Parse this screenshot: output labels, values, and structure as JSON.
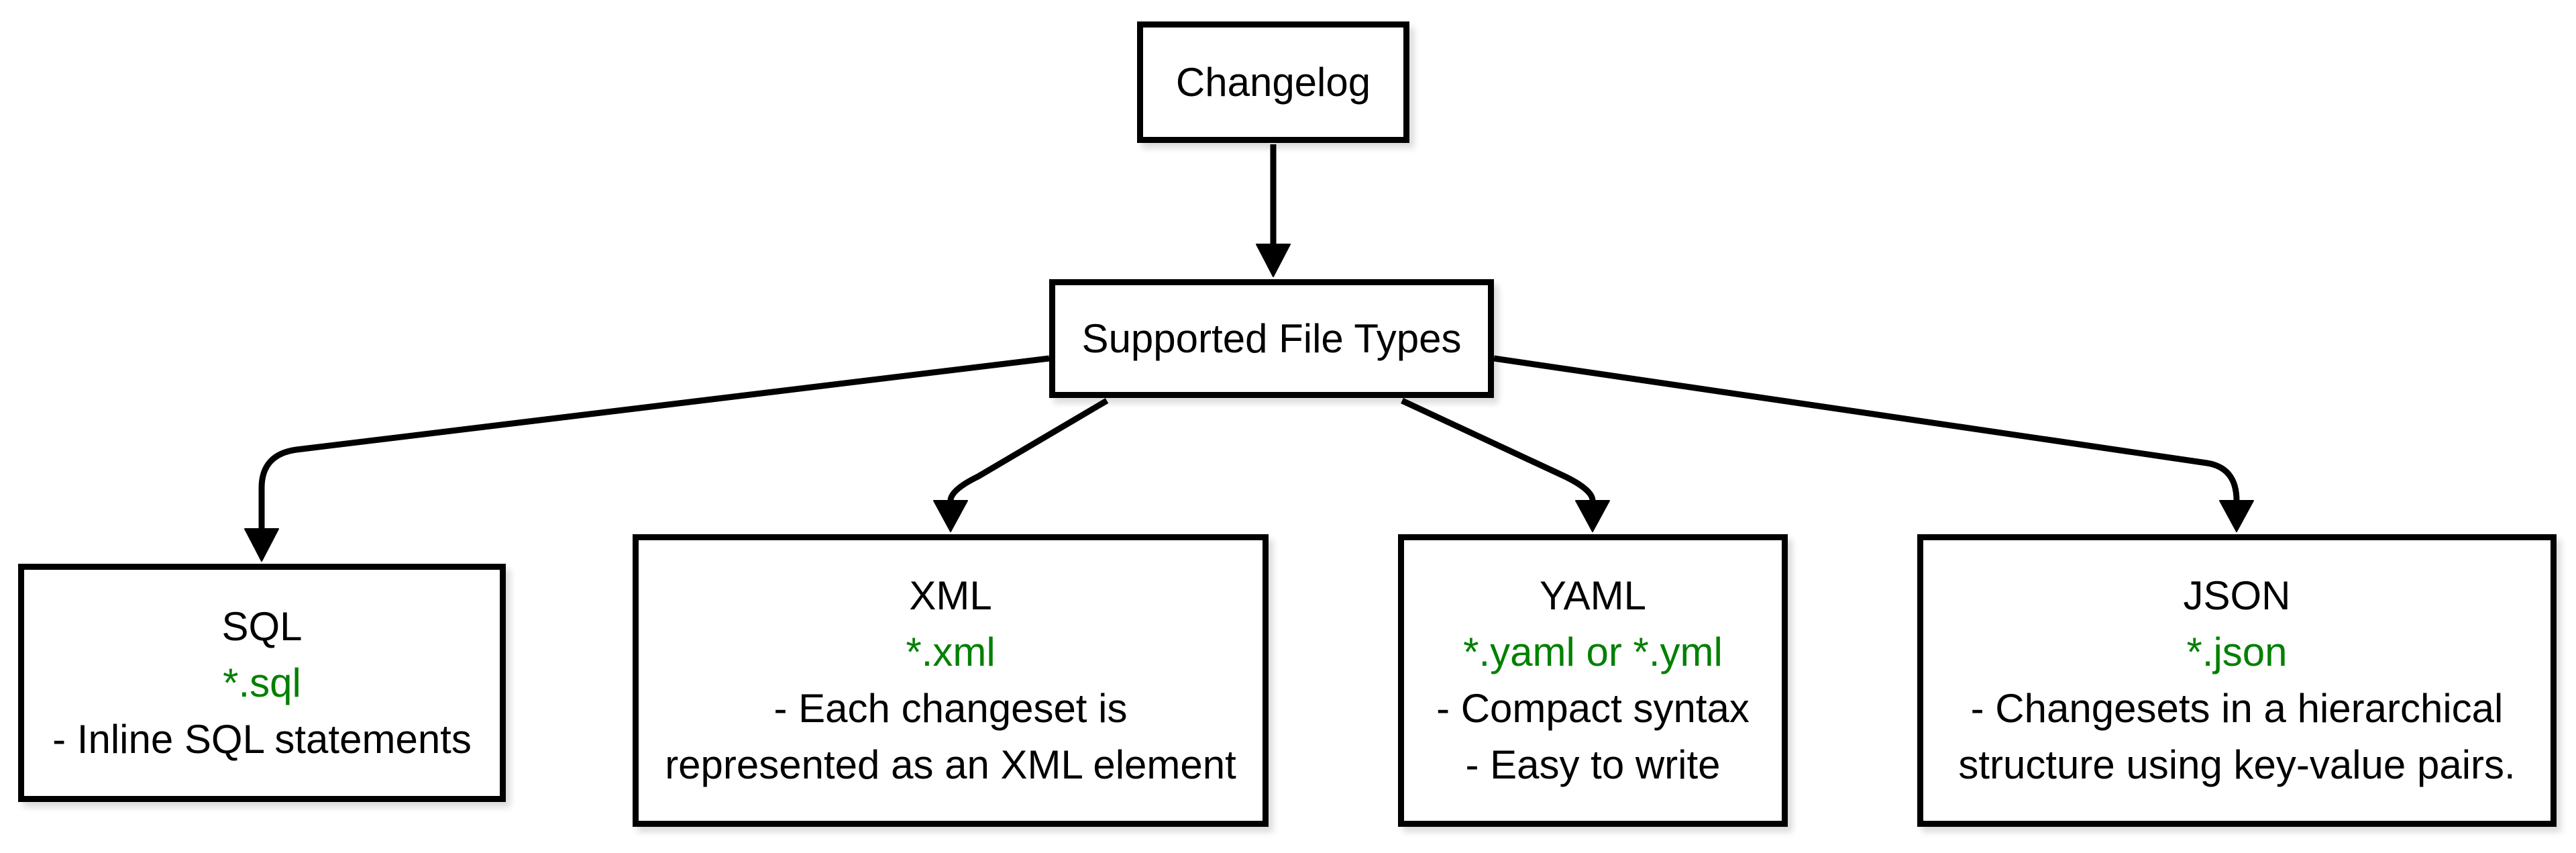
{
  "diagram": {
    "root": {
      "label": "Changelog"
    },
    "hub": {
      "label": "Supported File Types"
    },
    "types": [
      {
        "id": "sql",
        "title": "SQL",
        "pattern": "*.sql",
        "notes": [
          "- Inline SQL statements"
        ]
      },
      {
        "id": "xml",
        "title": "XML",
        "pattern": "*.xml",
        "notes": [
          "- Each changeset is",
          "represented as an XML element"
        ]
      },
      {
        "id": "yaml",
        "title": "YAML",
        "pattern": "*.yaml or *.yml",
        "notes": [
          "- Compact syntax",
          "- Easy to write"
        ]
      },
      {
        "id": "json",
        "title": "JSON",
        "pattern": "*.json",
        "notes": [
          "- Changesets in a hierarchical",
          "structure using key-value pairs."
        ]
      }
    ],
    "colors": {
      "pattern_green": "#008000",
      "line_black": "#000000",
      "node_fill": "#ffffff",
      "background": "#ffffff"
    }
  }
}
